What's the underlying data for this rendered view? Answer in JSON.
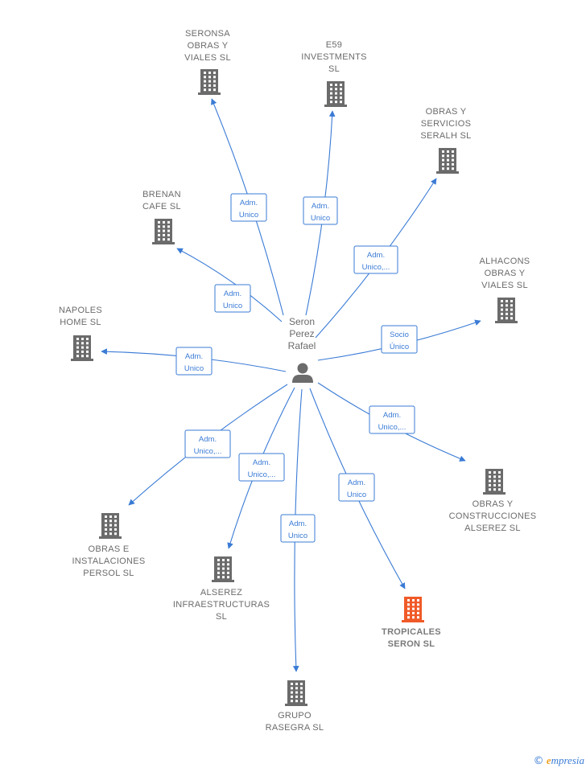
{
  "center": {
    "label_lines": [
      "Seron",
      "Perez",
      "Rafael"
    ],
    "icon": "person-icon"
  },
  "companies": [
    {
      "id": "seronsa",
      "label_lines": [
        "SERONSA",
        "OBRAS Y",
        "VIALES  SL"
      ],
      "relation_lines": [
        "Adm.",
        "Unico"
      ],
      "highlight": false
    },
    {
      "id": "e59",
      "label_lines": [
        "E59",
        "INVESTMENTS",
        "SL"
      ],
      "relation_lines": [
        "Adm.",
        "Unico"
      ],
      "highlight": false
    },
    {
      "id": "serviciosseralh",
      "label_lines": [
        "OBRAS Y",
        "SERVICIOS",
        "SERALH  SL"
      ],
      "relation_lines": [
        "Adm.",
        "Unico,..."
      ],
      "highlight": false
    },
    {
      "id": "brenan",
      "label_lines": [
        "BRENAN",
        "CAFE SL"
      ],
      "relation_lines": [
        "Adm.",
        "Unico"
      ],
      "highlight": false
    },
    {
      "id": "alhacons",
      "label_lines": [
        "ALHACONS",
        "OBRAS Y",
        "VIALES  SL"
      ],
      "relation_lines": [
        "Socio",
        "Único"
      ],
      "highlight": false
    },
    {
      "id": "napoles",
      "label_lines": [
        "NAPOLES",
        "HOME  SL"
      ],
      "relation_lines": [
        "Adm.",
        "Unico"
      ],
      "highlight": false
    },
    {
      "id": "construccionesalserez",
      "label_lines": [
        "OBRAS Y",
        "CONSTRUCCIONES",
        "ALSEREZ  SL"
      ],
      "relation_lines": [
        "Adm.",
        "Unico,..."
      ],
      "highlight": false
    },
    {
      "id": "instalaciones",
      "label_lines": [
        "OBRAS E",
        "INSTALACIONES",
        "PERSOL  SL"
      ],
      "relation_lines": [
        "Adm.",
        "Unico,..."
      ],
      "highlight": false
    },
    {
      "id": "infraestructuras",
      "label_lines": [
        "ALSEREZ",
        "INFRAESTRUCTURAS",
        "SL"
      ],
      "relation_lines": [
        "Adm.",
        "Unico,..."
      ],
      "highlight": false
    },
    {
      "id": "tropicales",
      "label_lines": [
        "TROPICALES",
        "SERON  SL"
      ],
      "relation_lines": [
        "Adm.",
        "Unico"
      ],
      "highlight": true
    },
    {
      "id": "rasegra",
      "label_lines": [
        "GRUPO",
        "RASEGRA  SL"
      ],
      "relation_lines": [
        "Adm.",
        "Unico"
      ],
      "highlight": false
    }
  ],
  "colors": {
    "edge": "#3a7bd5",
    "building": "#6b6b6b",
    "building_highlight": "#f05a28",
    "text": "#6b6b6b"
  },
  "footer": {
    "copyright_symbol": "©",
    "brand_e": "e",
    "brand_rest": "mpresia"
  }
}
